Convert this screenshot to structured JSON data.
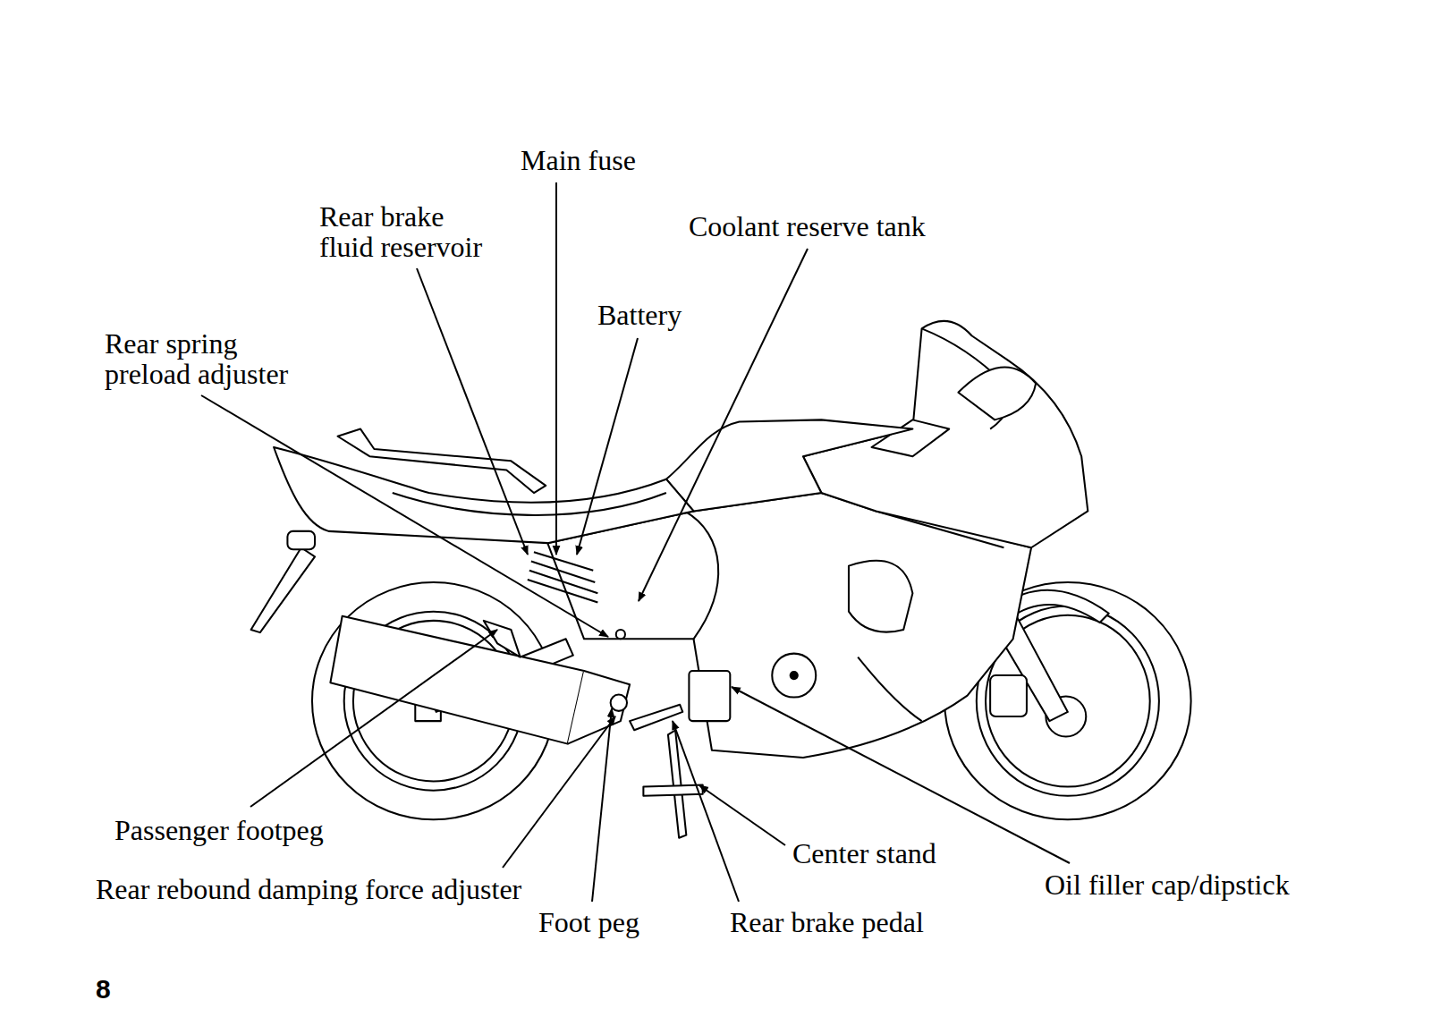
{
  "diagram": {
    "labels": [
      "Main fuse",
      "Rear brake fluid reservoir",
      "Coolant reserve tank",
      "Battery",
      "Rear spring preload adjuster",
      "Passenger footpeg",
      "Rear rebound damping force adjuster",
      "Foot peg",
      "Rear brake pedal",
      "Center stand",
      "Oil filler cap/dipstick",
      "8"
    ]
  }
}
